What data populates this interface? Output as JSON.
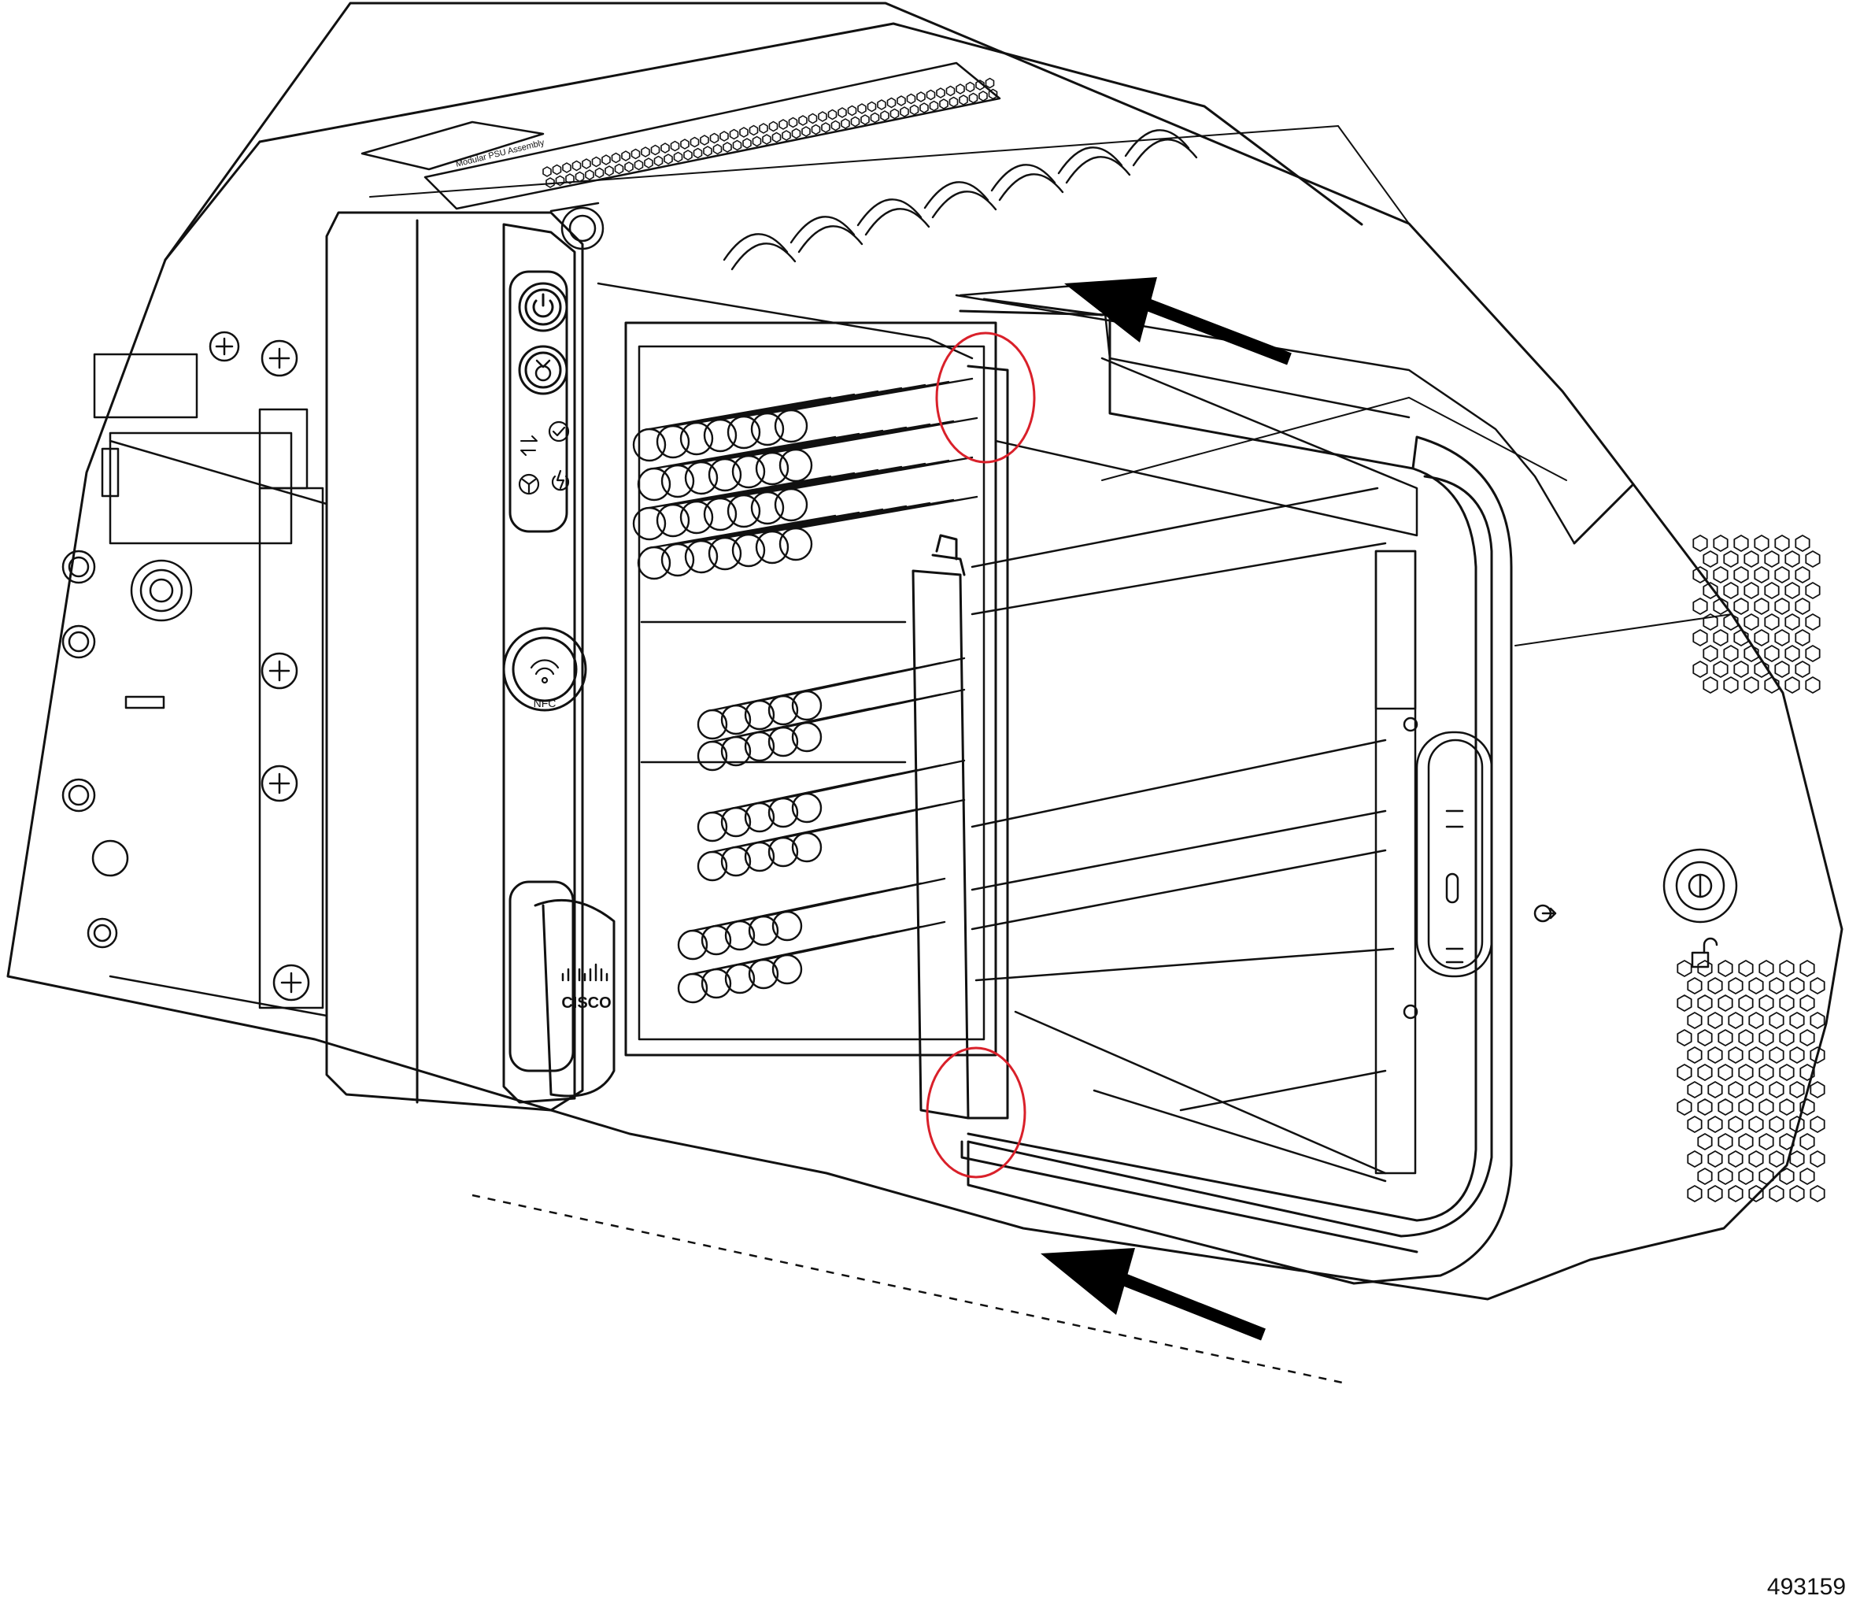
{
  "figure": {
    "figure_number": "493159",
    "panel_label_brand": "CISCO",
    "nfc_label": "NFC",
    "top_label": "Modular PSU Assembly"
  },
  "colors": {
    "line": "#111111",
    "highlight_circle": "#d9202a",
    "arrow": "#000000",
    "background": "#ffffff"
  },
  "icons": [
    "power-icon",
    "locator-icon",
    "network-icon",
    "check-icon",
    "fan-icon",
    "psu-icon",
    "nfc-icon",
    "cisco-logo",
    "unlock-icon",
    "latch-icon"
  ]
}
